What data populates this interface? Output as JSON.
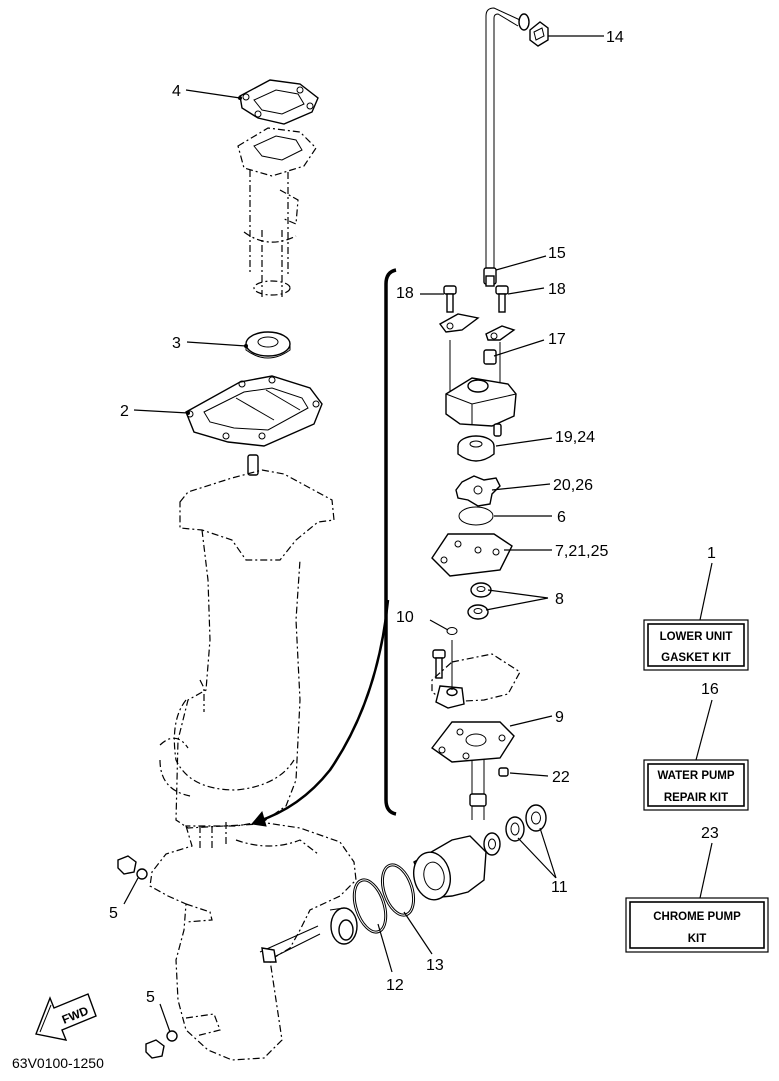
{
  "callouts": {
    "c1": "1",
    "c2": "2",
    "c3": "3",
    "c4": "4",
    "c5a": "5",
    "c5b": "5",
    "c6": "6",
    "c7": "7,21,25",
    "c8": "8",
    "c9": "9",
    "c10": "10",
    "c11": "11",
    "c12": "12",
    "c13": "13",
    "c14": "14",
    "c15": "15",
    "c16": "16",
    "c17": "17",
    "c18a": "18",
    "c18b": "18",
    "c19": "19,24",
    "c20": "20,26",
    "c22": "22",
    "c23": "23"
  },
  "kits": {
    "lower_unit_gasket": {
      "line1": "LOWER UNIT",
      "line2": "GASKET KIT"
    },
    "water_pump_repair": {
      "line1": "WATER PUMP",
      "line2": "REPAIR KIT"
    },
    "chrome_pump": {
      "line1": "CHROME PUMP",
      "line2": "KIT"
    }
  },
  "fwd_label": "FWD",
  "diagram_code": "63V0100-1250"
}
